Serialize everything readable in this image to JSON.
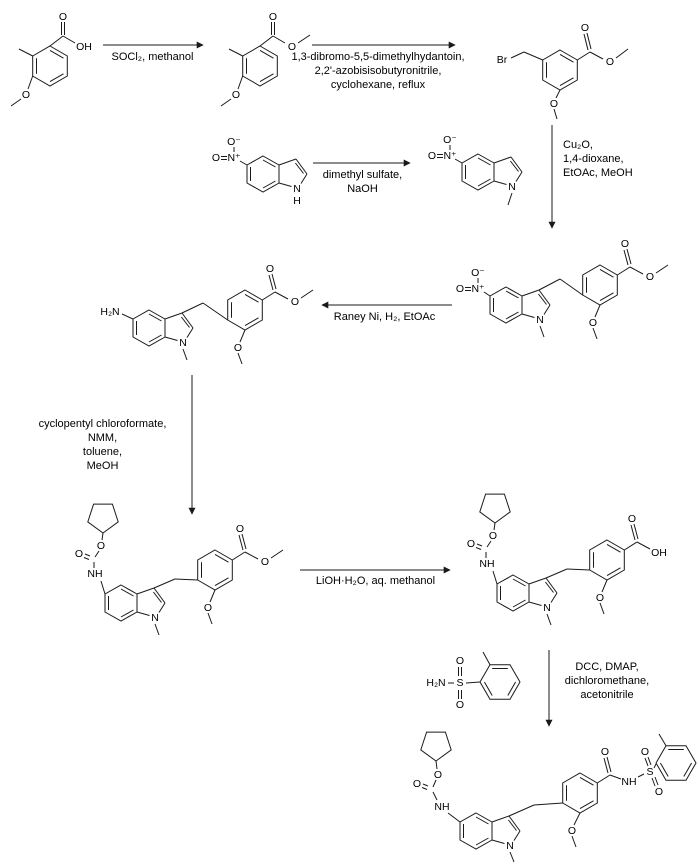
{
  "colors": {
    "line": "#1a1a1a",
    "background": "#ffffff"
  },
  "atoms": {
    "O": "O",
    "OH": "OH",
    "Br": "Br",
    "N": "N",
    "H": "H",
    "NH": "NH",
    "H2N": "H₂N",
    "S": "S",
    "N_plus": "N⁺",
    "O_minus": "O⁻"
  },
  "reagents": {
    "esterification": "SOCl₂, methanol",
    "bromination": "1,3-dibromo-5,5-dimethylhydantoin,\n2,2'-azobisisobutyronitrile,\ncyclohexane, reflux",
    "n_methylation": "dimethyl sulfate,\nNaOH",
    "coupling": "Cu₂O,\n1,4-dioxane,\nEtOAc, MeOH",
    "reduction": "Raney Ni, H₂, EtOAc",
    "carbamoylation": "cyclopentyl chloroformate,\nNMM,\ntoluene,\nMeOH",
    "hydrolysis": "LiOH·H₂O, aq. methanol",
    "sulfonamide_coupling": "DCC, DMAP,\ndichloromethane,\nacetonitrile"
  }
}
